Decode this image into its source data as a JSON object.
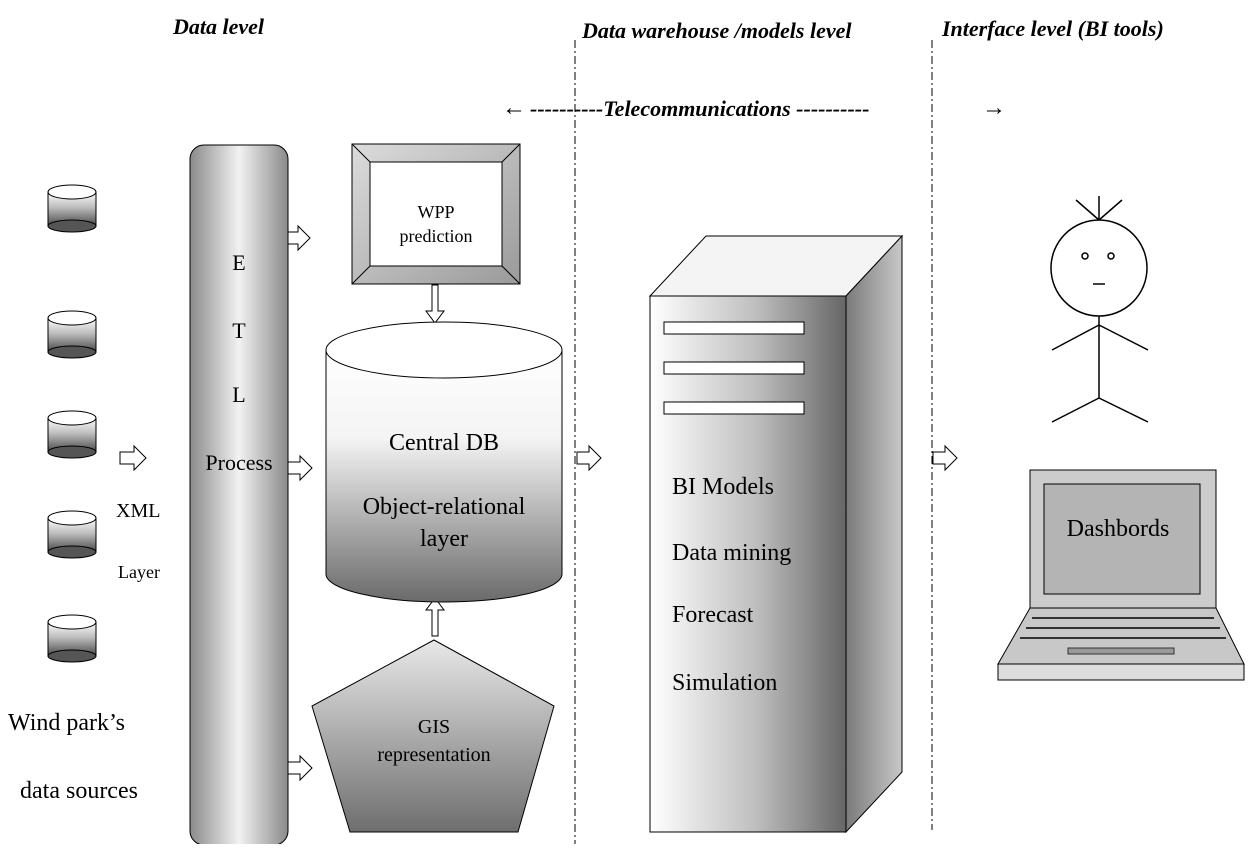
{
  "headers": {
    "data_level": "Data level",
    "warehouse_level": "Data warehouse /models level",
    "interface_level": "Interface level (BI tools)"
  },
  "telecom": {
    "left_arrow": "←",
    "label": "----------Telecommunications ----------",
    "right_arrow": "→"
  },
  "etl": {
    "letter_e": "E",
    "letter_t": "T",
    "letter_l": "L",
    "process": "Process"
  },
  "xml_layer": {
    "line1": "XML",
    "line2": "Layer"
  },
  "sources": {
    "line1": "Wind park’s",
    "line2": "data sources"
  },
  "wpp": {
    "line1": "WPP",
    "line2": "prediction"
  },
  "central_db": {
    "title": "Central DB",
    "line1": "Object-relational",
    "line2": "layer"
  },
  "gis": {
    "line1": "GIS",
    "line2": "representation"
  },
  "server": {
    "items": [
      "BI Models",
      "Data mining",
      "Forecast",
      "Simulation"
    ]
  },
  "laptop": {
    "label": "Dashbords"
  },
  "icons": [
    "database-icon",
    "hollow-arrow-icon",
    "server-icon",
    "laptop-icon",
    "stick-figure-icon"
  ]
}
